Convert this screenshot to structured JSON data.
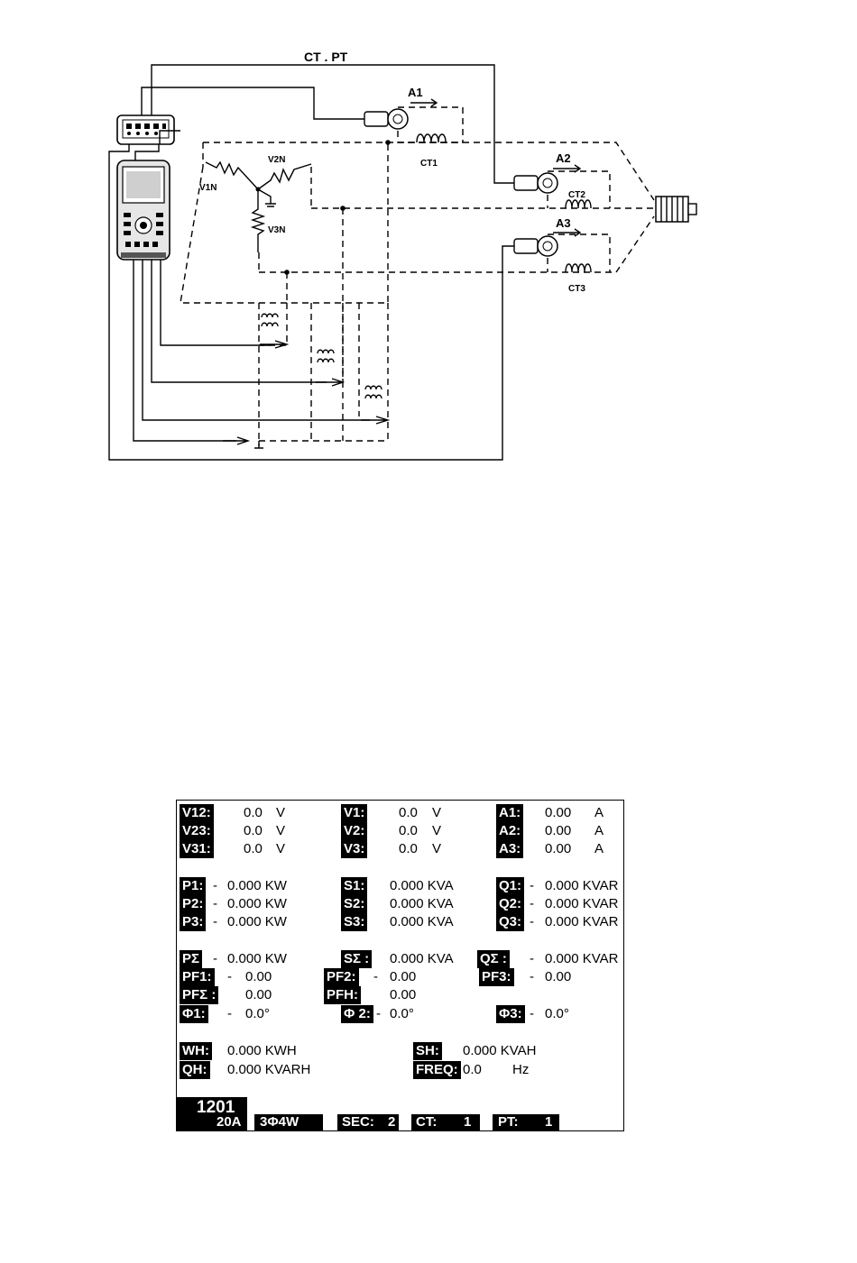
{
  "diagram": {
    "title": "CT . PT",
    "phase_labels": [
      "A1",
      "A2",
      "A3"
    ],
    "ct_labels": [
      "CT1",
      "CT2",
      "CT3"
    ],
    "voltage_labels": [
      "V1N",
      "V2N",
      "V3N"
    ]
  },
  "screen": {
    "voltage": [
      {
        "label": "V12:",
        "value": "0.0",
        "unit": "V"
      },
      {
        "label": "V23:",
        "value": "0.0",
        "unit": "V"
      },
      {
        "label": "V31:",
        "value": "0.0",
        "unit": "V"
      }
    ],
    "phase_voltage": [
      {
        "label": "V1:",
        "value": "0.0",
        "unit": "V"
      },
      {
        "label": "V2:",
        "value": "0.0",
        "unit": "V"
      },
      {
        "label": "V3:",
        "value": "0.0",
        "unit": "V"
      }
    ],
    "current": [
      {
        "label": "A1:",
        "value": "0.00",
        "unit": "A"
      },
      {
        "label": "A2:",
        "value": "0.00",
        "unit": "A"
      },
      {
        "label": "A3:",
        "value": "0.00",
        "unit": "A"
      }
    ],
    "active_power": [
      {
        "label": "P1:",
        "sign": "-",
        "value": "0.000 KW"
      },
      {
        "label": "P2:",
        "sign": "-",
        "value": "0.000 KW"
      },
      {
        "label": "P3:",
        "sign": "-",
        "value": "0.000 KW"
      }
    ],
    "apparent_power": [
      {
        "label": "S1:",
        "value": "0.000 KVA"
      },
      {
        "label": "S2:",
        "value": "0.000 KVA"
      },
      {
        "label": "S3:",
        "value": "0.000 KVA"
      }
    ],
    "reactive_power": [
      {
        "label": "Q1:",
        "sign": "-",
        "value": "0.000 KVAR"
      },
      {
        "label": "Q2:",
        "sign": "-",
        "value": "0.000 KVAR"
      },
      {
        "label": "Q3:",
        "sign": "-",
        "value": "0.000 KVAR"
      }
    ],
    "totals": {
      "p_label": "PΣ",
      "p_sign": "-",
      "p_value": "0.000 KW",
      "s_label": "SΣ :",
      "s_value": "0.000 KVA",
      "q_label": "QΣ :",
      "q_sign": "-",
      "q_value": "0.000 KVAR"
    },
    "power_factor": {
      "pf1_label": "PF1:",
      "pf1_sign": "-",
      "pf1_value": "0.00",
      "pf2_label": "PF2:",
      "pf2_sign": "-",
      "pf2_value": "0.00",
      "pf3_label": "PF3:",
      "pf3_sign": "-",
      "pf3_value": "0.00",
      "pft_label": "PFΣ :",
      "pft_value": "0.00",
      "pfh_label": "PFH:",
      "pfh_value": "0.00"
    },
    "phase_angle": {
      "a1_label": "Φ1:",
      "a1_sign": "-",
      "a1_value": "0.0°",
      "a2_label": "Φ 2:",
      "a2_sign": "-",
      "a2_value": "0.0°",
      "a3_label": "Φ3:",
      "a3_sign": "-",
      "a3_value": "0.0°"
    },
    "energy": {
      "wh_label": "WH:",
      "wh_value": "0.000 KWH",
      "qh_label": "QH:",
      "qh_value": "0.000 KVARH",
      "sh_label": "SH:",
      "sh_value": "0.000 KVAH",
      "freq_label": "FREQ:",
      "freq_value": "0.0",
      "freq_unit": "Hz"
    },
    "status": {
      "model": "1201",
      "range": "20A",
      "mode": "3Φ4W",
      "sec_label": "SEC:",
      "sec_value": "2",
      "ct_label": "CT:",
      "ct_value": "1",
      "pt_label": "PT:",
      "pt_value": "1"
    }
  }
}
